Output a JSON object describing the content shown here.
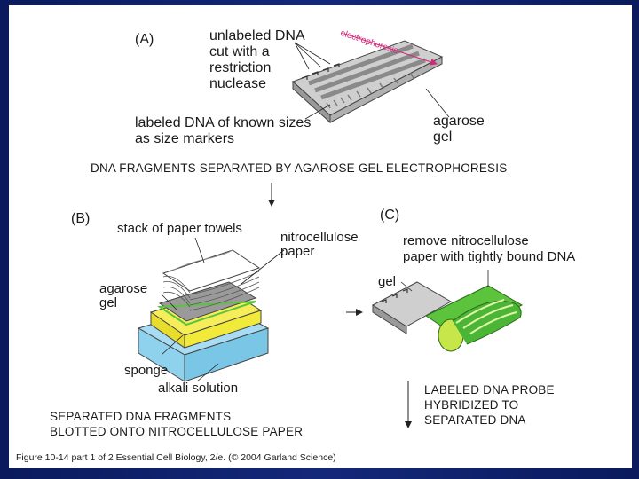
{
  "panel_a": {
    "label": "(A)",
    "unlabeled": [
      "unlabeled DNA",
      "cut with a",
      "restriction",
      "nuclease"
    ],
    "electrophoresis": "electrophoresis",
    "labeled": [
      "labeled DNA of known sizes",
      "as size markers"
    ],
    "agarose": [
      "agarose",
      "gel"
    ],
    "caption": "DNA FRAGMENTS SEPARATED BY AGAROSE GEL ELECTROPHORESIS"
  },
  "panel_b": {
    "label": "(B)",
    "towels": "stack of paper towels",
    "nitro": [
      "nitrocellulose",
      "paper"
    ],
    "agarose": [
      "agarose",
      "gel"
    ],
    "sponge": "sponge",
    "alkali": "alkali solution",
    "caption": [
      "SEPARATED DNA FRAGMENTS",
      "BLOTTED ONTO NITROCELLULOSE PAPER"
    ]
  },
  "panel_c": {
    "label": "(C)",
    "remove": [
      "remove nitrocellulose",
      "paper with tightly bound DNA"
    ],
    "gel": "gel",
    "caption": [
      "LABELED DNA PROBE",
      "HYBRIDIZED TO",
      "SEPARATED DNA"
    ]
  },
  "footer": "Figure 10-14 part 1 of 2  Essential Cell Biology, 2/e. (© 2004 Garland Science)",
  "colors": {
    "background": "#0f2170",
    "gel": "#c8c8c8",
    "nitrocellulose": "#5cc43c",
    "yellow": "#f2ea3a",
    "sponge": "#8fd2ee"
  }
}
